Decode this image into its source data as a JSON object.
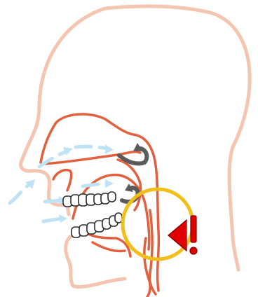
{
  "diagram": {
    "kind": "sagittal-airway-cross-section",
    "colors": {
      "skin_outline": "#F4C5B0",
      "tract_outline": "#E2603E",
      "airflow": "#BFE3F5",
      "turbulence": "#5B5B5B",
      "focus_circle": "#F2BE1A",
      "warning": "#E00000"
    },
    "icons": [
      "nasal-airflow-arrows",
      "oral-airflow-arrows",
      "turbulence-arrow",
      "upper-teeth",
      "lower-teeth",
      "focus-circle",
      "warning-triangle",
      "exclamation-icon"
    ]
  }
}
